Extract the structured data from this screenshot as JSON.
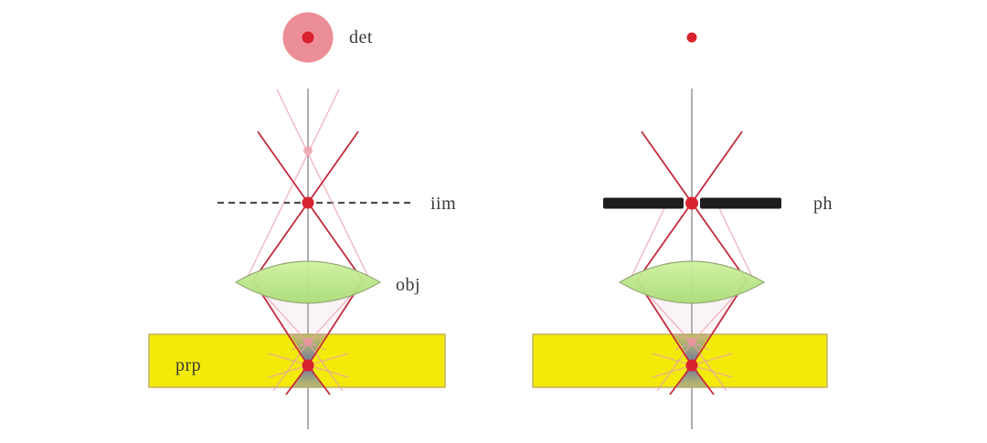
{
  "diagram": {
    "left_panel": {
      "detector_label": "det",
      "image_plane_label": "iim",
      "objective_label": "obj",
      "preparation_label": "prp"
    },
    "right_panel": {
      "pinhole_label": "ph"
    }
  },
  "colors": {
    "background": "#ffffff",
    "axis_gray": "#9b9b9b",
    "dash_gray": "#4d4d4d",
    "ray_red": "#c22b3e",
    "ray_faint_pink": "#e8a2ad",
    "dot_red": "#d8232e",
    "detector_pink": "#ec8e97",
    "oof_pink": "#ea93a0",
    "lens_green": "#bfe98c",
    "lens_edge": "#97a877",
    "sample_yellow": "#f3ea0a",
    "sample_edge": "#c2b25a",
    "pinhole_black": "#1d1d1d",
    "cone_blue": "#5b6fc8",
    "label_gray": "#3a3a3a"
  }
}
